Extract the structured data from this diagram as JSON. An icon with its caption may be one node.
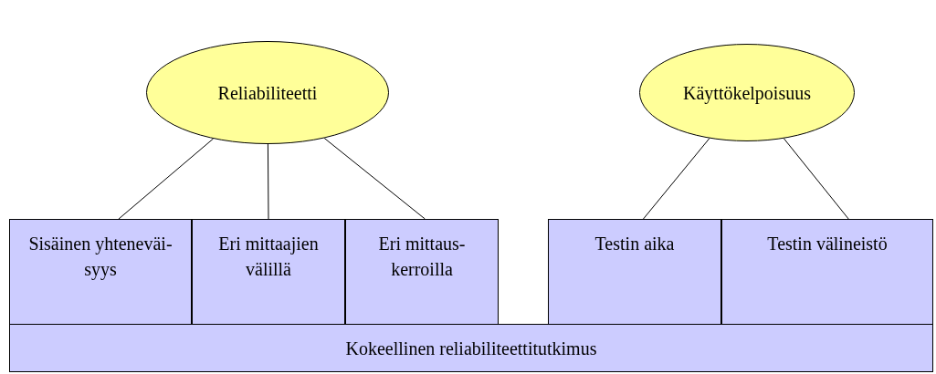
{
  "diagram": {
    "nodes": [
      {
        "text": [
          "Reliabiliteetti"
        ]
      },
      {
        "text": [
          "Käyttökelpoisuus"
        ]
      },
      {
        "text": [
          "Sisäinen yhteneväi- syys"
        ]
      },
      {
        "text": [
          "Eri mittaajien välillä"
        ]
      },
      {
        "text": [
          "Eri mittaus- kerroilla"
        ]
      },
      {
        "text": [
          "Testin aika"
        ]
      },
      {
        "text": [
          "Testin välineistö"
        ]
      },
      {
        "text": [
          "Kokeellinen reliabiliteettitutkimus"
        ]
      }
    ],
    "edges": [
      {
        "from": 0,
        "to": 2,
        "arrow": "none"
      },
      {
        "from": 0,
        "to": 3,
        "arrow": "none"
      },
      {
        "from": 0,
        "to": 4,
        "arrow": "none"
      },
      {
        "from": 1,
        "to": 5,
        "arrow": "none"
      },
      {
        "from": 1,
        "to": 6,
        "arrow": "none"
      }
    ]
  }
}
